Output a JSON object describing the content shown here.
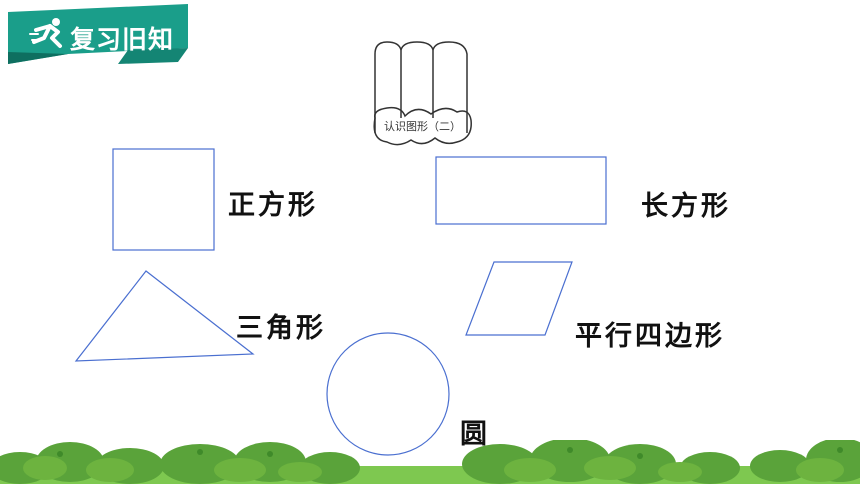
{
  "header": {
    "badge_title": "复习旧知",
    "badge_color": "#1a9e8a"
  },
  "book": {
    "title": "认识图形（二）"
  },
  "shapes": [
    {
      "id": "square",
      "label": "正方形"
    },
    {
      "id": "rectangle",
      "label": "长方形"
    },
    {
      "id": "triangle",
      "label": "三角形"
    },
    {
      "id": "parallelogram",
      "label": "平行四边形"
    },
    {
      "id": "circle",
      "label": "圆"
    }
  ],
  "colors": {
    "shape_stroke": "#4a6fd0",
    "grass": "#6db33f",
    "grass_dark": "#3f8a2a",
    "ground": "#7ec850"
  }
}
